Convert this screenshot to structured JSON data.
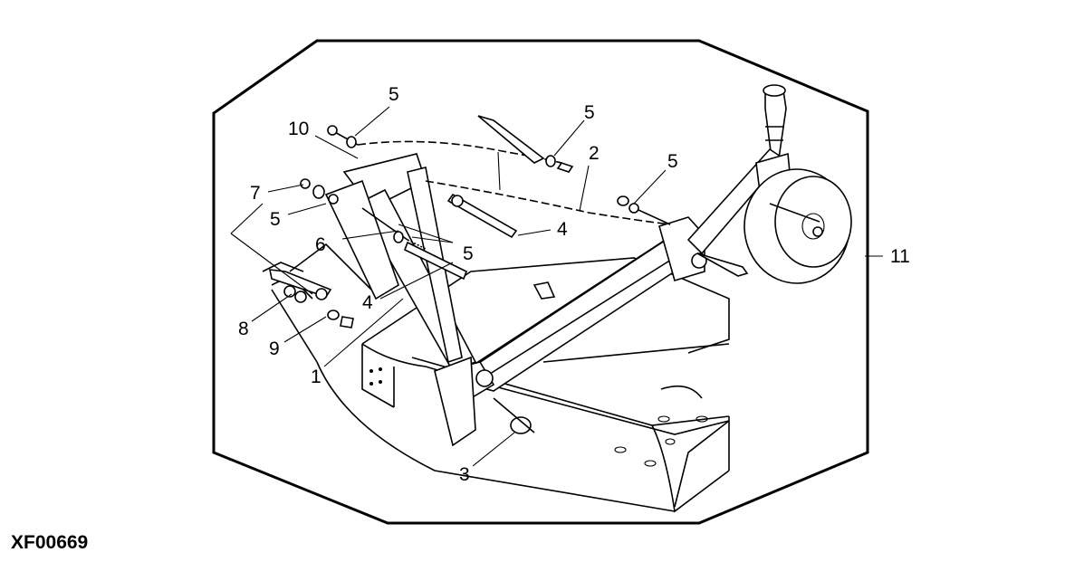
{
  "figure_id": "XF00669",
  "callouts": {
    "c1": "1",
    "c2": "2",
    "c3": "3",
    "c4a": "4",
    "c4b": "4",
    "c5a": "5",
    "c5b": "5",
    "c5c": "5",
    "c5d": "5",
    "c5e": "5",
    "c6": "6",
    "c7": "7",
    "c8": "8",
    "c9": "9",
    "c10": "10",
    "c11": "11"
  }
}
